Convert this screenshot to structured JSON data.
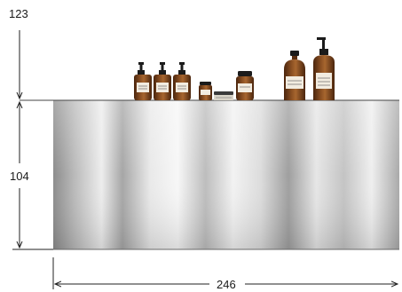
{
  "dimensions": {
    "top_height": "123",
    "counter_height": "104",
    "counter_width": "246"
  },
  "products": [
    {
      "name": "pump-bottle-1",
      "kind": "pump-bottle"
    },
    {
      "name": "pump-bottle-2",
      "kind": "pump-bottle"
    },
    {
      "name": "pump-bottle-3",
      "kind": "pump-bottle"
    },
    {
      "name": "small-jar",
      "kind": "jar"
    },
    {
      "name": "flat-tin",
      "kind": "tin"
    },
    {
      "name": "medium-jar",
      "kind": "jar"
    },
    {
      "name": "round-bottle",
      "kind": "cap-bottle"
    },
    {
      "name": "tall-pump-bottle",
      "kind": "pump-bottle"
    }
  ],
  "colors": {
    "amber_bottle": "#6b3a17",
    "amber_highlight": "#9a5a2b",
    "cap_black": "#1b1b1b",
    "label_cream": "#f2ece0",
    "steel_dark": "#8a8a8a",
    "steel_light": "#f4f4f4",
    "dimension_line": "#222222"
  }
}
